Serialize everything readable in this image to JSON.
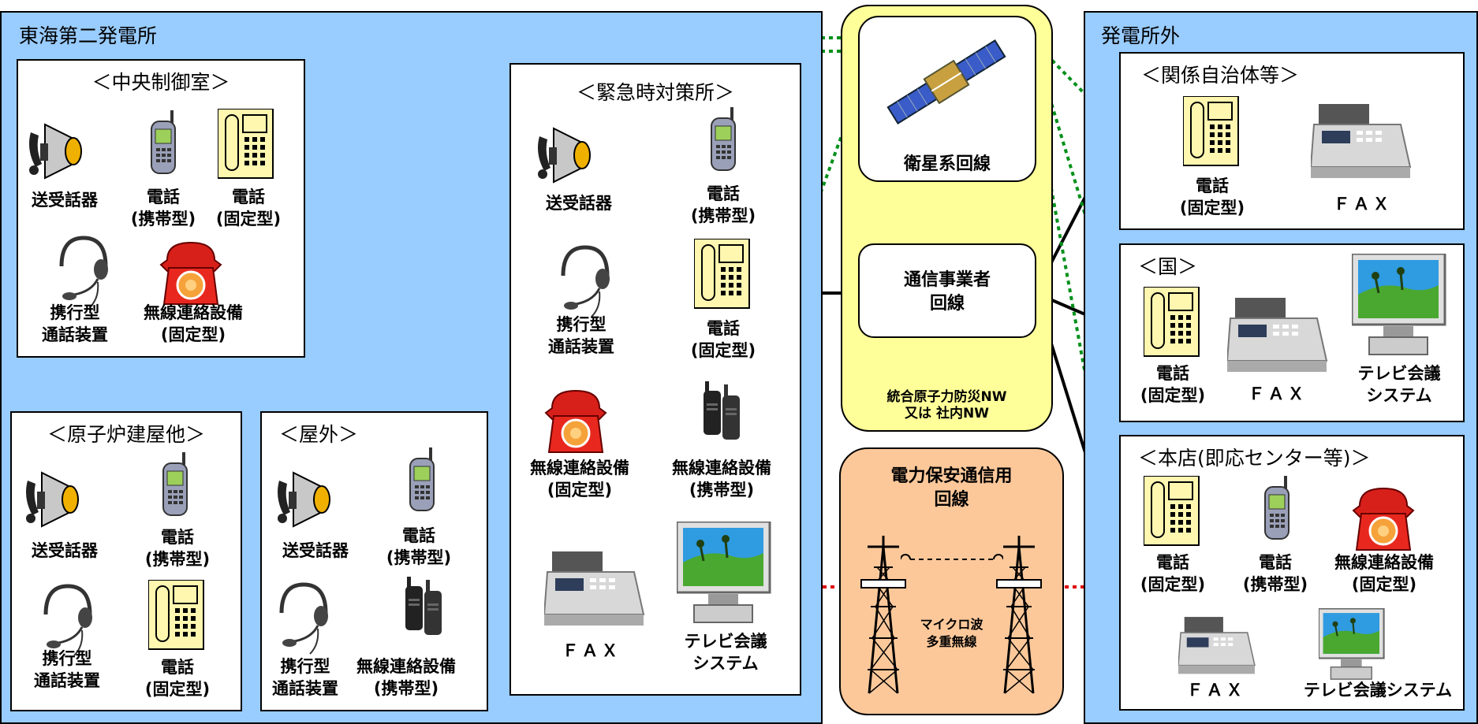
{
  "regions": {
    "plant": "東海第二発電所",
    "outside": "発電所外"
  },
  "rooms": {
    "central": "＜中央制御室＞",
    "emergency": "＜緊急時対策所＞",
    "reactor": "＜原子炉建屋他＞",
    "outdoor": "＜屋外＞",
    "localgov": "＜関係自治体等＞",
    "country": "＜国＞",
    "hq": "＜本店(即応センター等)＞"
  },
  "devices": {
    "handset": "送受話器",
    "mobile": "電話\n(携帯型)",
    "fixed": "電話\n(固定型)",
    "headset": "携行型\n通話装置",
    "radio_fixed": "無線連絡設備\n(固定型)",
    "radio_mobile": "無線連絡設備\n(携帯型)",
    "fax": "ＦＡＸ",
    "tv": "テレビ会議\nシステム",
    "tv_single": "テレビ会議システム"
  },
  "networks": {
    "satellite": "衛星系回線",
    "carrier": "通信事業者\n回線",
    "integrated": "統合原子力防災NW\n又は 社内NW",
    "power": "電力保安通信用\n回線",
    "microwave": "マイクロ波\n多重無線"
  }
}
